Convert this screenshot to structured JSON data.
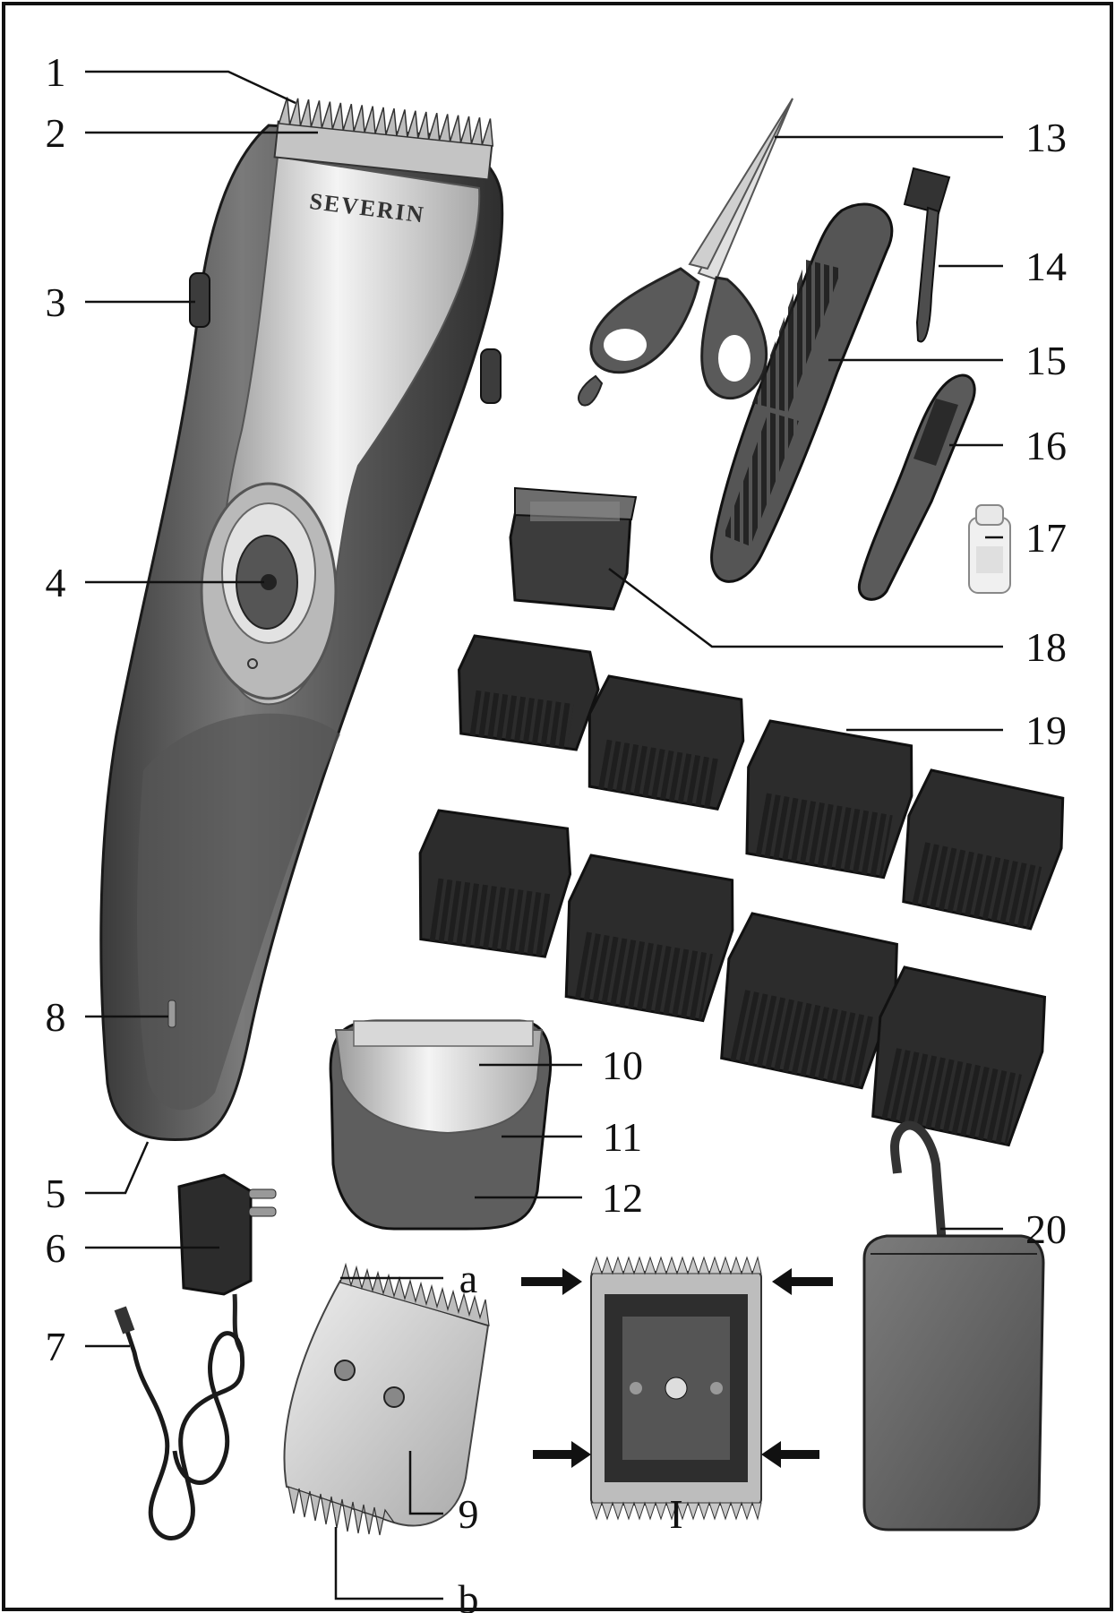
{
  "brand": "SEVERIN",
  "callouts": {
    "c1": "1",
    "c2": "2",
    "c3": "3",
    "c4": "4",
    "c5": "5",
    "c6": "6",
    "c7": "7",
    "c8": "8",
    "c9": "9",
    "c10": "10",
    "c11": "11",
    "c12": "12",
    "c13": "13",
    "c14": "14",
    "c15": "15",
    "c16": "16",
    "c17": "17",
    "c18": "18",
    "c19": "19",
    "c20": "20",
    "ca": "a",
    "cb": "b",
    "cI": "I"
  },
  "colors": {
    "body_dark": "#4a4a4a",
    "body_mid": "#6e6e6e",
    "chrome": "#d8d8d8",
    "attachment": "#2e2e2e",
    "blade": "#c9c9c9",
    "frame": "#111111"
  }
}
